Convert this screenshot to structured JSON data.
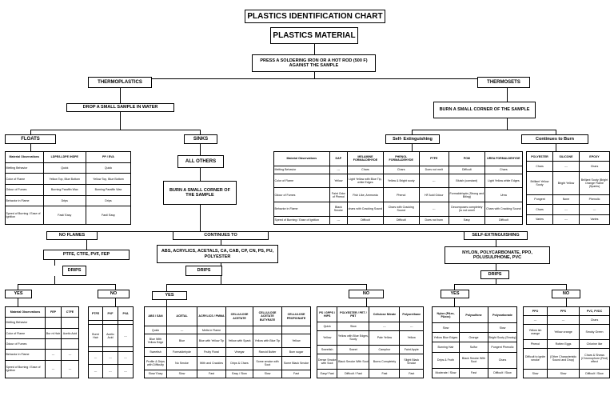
{
  "title": "PLASTICS IDENTIFICATION CHART",
  "subtitle": "PLASTICS MATERIAL",
  "start": "PRESS A SOLDERING IRON OR A HOT ROD (500 F) AGAINST THE SAMPLE",
  "thermoplastics": "THERMOPLASTICS",
  "thermosets": "THERMOSETS",
  "drop_water": "DROP A SMALL SAMPLE IN WATER",
  "burn_corner_thermoset": "BURN A SMALL CORNER OF THE SAMPLE",
  "floats": "FLOATS",
  "sinks": "SINKS",
  "self_extinguishing_1": "Self- Extinguishing",
  "continues_burn_1": "Continues to Burn",
  "all_others": "ALL OTHERS",
  "burn_corner_2": "BURN A SMALL CORNER OF THE SAMPLE",
  "no_flames": "NO FLAMES",
  "continues_to": "CONTINUES TO",
  "self_extinguishing_2": "SELF-EXTINGUISHING",
  "ptfe_group": "PTFE, CTFE, PVF, FEP",
  "abs_group": "ABS, ACRYLICS, ACETALS, CA, CAB, CP, CN, PS, PU, POLYESTER",
  "nylon_group": "NYLON, POLYCARBONATE, PPO, POLUSULPHONE, PVC",
  "drips_1": "DRIPS",
  "drips_2": "DRIPS",
  "drips_3": "DRIPS",
  "yes_1": "YES",
  "no_1": "NO",
  "yes_2": "YES",
  "no_2": "NO",
  "yes_3": "YES",
  "no_3": "NO",
  "floats_table": {
    "headers": [
      "Material Observations",
      "LDPE/LLDPE /HDPE",
      "PP / EVA"
    ],
    "rows": [
      [
        "Melting Behavior",
        "Quick",
        "Quick"
      ],
      [
        "Color of Flame",
        "Yellow Top, Blue Bottom",
        "Yellow Top, Blue Bottom"
      ],
      [
        "Odour of Fumes",
        "Burning Paraffin Wax",
        "Burning Paraffin Wax"
      ],
      [
        "Behavior in Flame",
        "Drips",
        "Drips"
      ],
      [
        "Speed of Burning / Ease of Ignition",
        "Fast/ Easy",
        "Fast/ Easy"
      ]
    ]
  },
  "thermoset_table": {
    "headers": [
      "Material Observations",
      "DAP",
      "MELAMINE FORMALDEHYDE",
      "PHENOL FORMALDEHYDE",
      "PTFE",
      "POM",
      "UREA FORMALDEHYDE"
    ],
    "rows": [
      [
        "Melting Behavior",
        "---",
        "Chars",
        "Chars",
        "Does not melt",
        "Difficult",
        "Chars"
      ],
      [
        "Color of Flame",
        "Yellow",
        "Light Yellow with Blue Tip, white Edges",
        "Yellow & Bright sooty",
        "---",
        "Bluish (constant)",
        "Light Yellow white Edges"
      ],
      [
        "Odour of Fumes",
        "Faint Odor of Phenol",
        "Fish Like, Ammonia",
        "Phenol",
        "HF Acid Odour",
        "Formaldehyde (Strong and Biting)",
        "Urea"
      ],
      [
        "Behavior in Flame",
        "Black Smoke",
        "chars with Cracking Sound",
        "Chars with Cracking Sound",
        "---",
        "Decomposes completely (to not smell",
        "Chars with Cracking Sound"
      ],
      [
        "Speed of Burning / Ease of Ignition",
        "---",
        "Difficult",
        "Difficult",
        "Does not burn",
        "Easy",
        "Difficult"
      ]
    ]
  },
  "continues_table": {
    "headers": [
      "POLYESTER",
      "SILICONE",
      "EPOXY"
    ],
    "rows": [
      [
        "Chars",
        "---",
        "Chars"
      ],
      [
        "Brilliant Yellow Sooty",
        "Bright Yellow",
        "Brilliant Sooty (Bright Orange Flame (Sparks)"
      ],
      [
        "Pungent",
        "None",
        "Phenolic"
      ],
      [
        "Chars",
        "---",
        "---"
      ],
      [
        "Varies",
        "---",
        "Varies"
      ]
    ]
  },
  "ptfe_yes_table": {
    "headers": [
      "Material Observations",
      "FEP",
      "CTFE"
    ],
    "rows": [
      [
        "Melting Behavior",
        "",
        ""
      ],
      [
        "Color of Flame",
        "Bur nt Hair",
        "Acetic Acid"
      ],
      [
        "Odour of Fumes",
        "",
        ""
      ],
      [
        "Behavior in Flame",
        "---",
        "---"
      ],
      [
        "Speed of Burning / Ease of Ignition",
        "---",
        "---"
      ]
    ]
  },
  "ptfe_no_table": {
    "headers": [
      "PTFE",
      "PVF",
      "PVA"
    ],
    "rows": [
      [
        "",
        "",
        ""
      ],
      [
        "Burnt Hair",
        "Acetic Acid",
        "---"
      ],
      [
        "",
        "",
        ""
      ],
      [
        "---",
        "---",
        "---"
      ],
      [
        "---",
        "---",
        "---"
      ]
    ]
  },
  "abs_yes_table": {
    "headers": [
      "ABS / SAN",
      "ACETAL",
      "ACRYLICS / PMMA",
      "CELLULOSE ACETATE",
      "CELLULOSE ACETATE BUTYRATE",
      "CELLULOSE PROPIONATE"
    ],
    "rows": [
      [
        "Quick",
        "---",
        "Melts in Flame",
        "",
        "",
        ""
      ],
      [
        "Blue With Yellow Edge",
        "Blue",
        "Blue with Yellow Tip",
        "Yellow with Spark",
        "Yellow with Blue Tip",
        "Yellow"
      ],
      [
        "Sweetish",
        "Formaldehyde",
        "Fruity Floral",
        "Vinegar",
        "Rancid Butter",
        "Burn sugar"
      ],
      [
        "Profile & Drips with Difficulty",
        "No Smoke",
        "With and Crackles",
        "Drips & Chars",
        "Some smoke with Soot",
        "Some Black Smoke"
      ],
      [
        "Slow/ Easy",
        "Slow",
        "Fast",
        "Easy / Slow",
        "Slow",
        "Fast"
      ]
    ]
  },
  "abs_no_table": {
    "headers": [
      "PS / GPPS / HIPS",
      "POLYESTER / PET / PBT",
      "Cellulose Nitrate",
      "Polyurethane"
    ],
    "rows": [
      [
        "Quick",
        "Slow",
        "---",
        "---"
      ],
      [
        "Yellow",
        "Yellow with Blue Edges, Sooty",
        "Pale Yellow",
        "Yellow"
      ],
      [
        "Sweetish",
        "Sweet",
        "Camphor",
        "Faint Apple"
      ],
      [
        "Dense Smoke with Soot",
        "Black Smoke With Soot",
        "Burns Completely",
        "Slight Black Smoke"
      ],
      [
        "Easy/ Fast",
        "Difficult / Fast",
        "Fast",
        "Fast"
      ]
    ]
  },
  "nylon_yes_table": {
    "headers": [
      "Nylon (PAxx, PAxxx)",
      "Polysulfone",
      "Polycarbonate"
    ],
    "rows": [
      [
        "Slow",
        "",
        "Slow"
      ],
      [
        "Yellow Blue Edges",
        "Orange",
        "Bright Sooty (Smoky)"
      ],
      [
        "Burning Hair",
        "Sulfur",
        "Pungent Phenolic"
      ],
      [
        "Drips & Froth",
        "Black Smoke With Soot",
        "Chars"
      ],
      [
        "Moderate / Slow",
        "Fast",
        "Difficult / Slow"
      ]
    ]
  },
  "nylon_no_table": {
    "headers": [
      "PPO",
      "PPS",
      "PVC, PVDC"
    ],
    "rows": [
      [
        "---",
        "---",
        "Chars"
      ],
      [
        "Yellow ish orange",
        "Yellow orange",
        "Smoky Green"
      ],
      [
        "Phenol",
        "Rotten Eggs",
        "Chlorine like"
      ],
      [
        "Difficult to ignite smoke",
        "(Other Characteristic Sound and Drop)",
        "Chars & Shows (Chromophore (Red) effect"
      ],
      [
        "Slow",
        "Slow",
        "Difficult / Slow"
      ]
    ]
  }
}
